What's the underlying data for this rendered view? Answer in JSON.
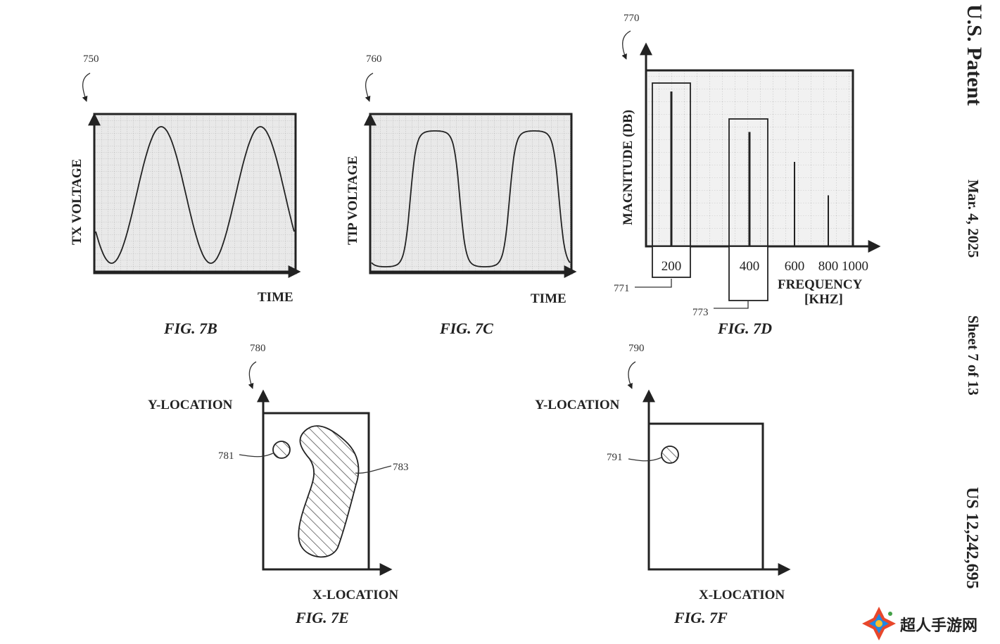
{
  "header": {
    "publication": "U.S. Patent",
    "date": "Mar. 4, 2025",
    "sheet": "Sheet 7 of 13",
    "patent_number": "US 12,242,695"
  },
  "watermark": {
    "text": "超人手游网"
  },
  "figures": {
    "fig7b": {
      "ref": "750",
      "caption": "FIG. 7B",
      "ylabel": "TX VOLTAGE",
      "xlabel": "TIME"
    },
    "fig7c": {
      "ref": "760",
      "caption": "FIG. 7C",
      "ylabel": "TIP VOLTAGE",
      "xlabel": "TIME"
    },
    "fig7d": {
      "ref": "770",
      "caption": "FIG. 7D",
      "ylabel": "MAGNITUDE (DB)",
      "xlabel_line1": "FREQUENCY",
      "xlabel_line2": "[KHZ]",
      "box_ref_1": "771",
      "box_ref_2": "773"
    },
    "fig7e": {
      "ref": "780",
      "caption": "FIG. 7E",
      "ylabel": "Y-LOCATION",
      "xlabel": "X-LOCATION",
      "ref_circle": "781",
      "ref_blob": "783"
    },
    "fig7f": {
      "ref": "790",
      "caption": "FIG. 7F",
      "ylabel": "Y-LOCATION",
      "xlabel": "X-LOCATION",
      "ref_circle": "791"
    }
  },
  "chart_data": [
    {
      "type": "line",
      "figure": "FIG. 7B",
      "ylabel": "TX VOLTAGE",
      "xlabel": "TIME",
      "shape": "sinusoid",
      "periods": 2
    },
    {
      "type": "line",
      "figure": "FIG. 7C",
      "ylabel": "TIP VOLTAGE",
      "xlabel": "TIME",
      "shape": "flattened sinusoid",
      "periods": 2
    },
    {
      "type": "bar",
      "figure": "FIG. 7D",
      "ylabel": "MAGNITUDE (DB)",
      "xlabel": "FREQUENCY [KHZ]",
      "categories": [
        "200",
        "400",
        "600",
        "800",
        "1000"
      ],
      "values": [
        0.88,
        0.65,
        0.48,
        0.29,
        0
      ],
      "value_scale": "relative (0-1 of axis height)",
      "grid": true
    }
  ]
}
